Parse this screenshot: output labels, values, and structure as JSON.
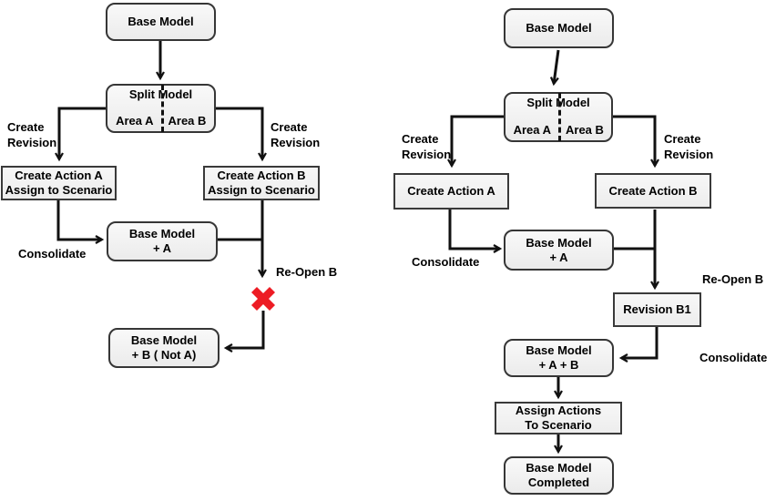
{
  "colors": {
    "box_fill": "#f0f0f0",
    "box_border": "#3a3a3a",
    "connector": "#111111",
    "reject_x": "#ed1c24"
  },
  "left": {
    "base_model": "Base Model",
    "split_model_title": "Split Model",
    "area_a": "Area A",
    "area_b": "Area B",
    "create_action_a": "Create Action A\nAssign to Scenario",
    "create_action_b": "Create Action B\nAssign to Scenario",
    "base_model_plus_a": "Base Model\n+ A",
    "base_model_plus_b_not_a": "Base Model\n+ B ( Not A)",
    "label_create_revision_left": "Create\nRevision",
    "label_create_revision_right": "Create\nRevision",
    "label_consolidate": "Consolidate",
    "label_reopen_b": "Re-Open B"
  },
  "right": {
    "base_model": "Base Model",
    "split_model_title": "Split Model",
    "area_a": "Area A",
    "area_b": "Area B",
    "create_action_a": "Create Action A",
    "create_action_b": "Create Action B",
    "base_model_plus_a": "Base Model\n+ A",
    "revision_b1": "Revision B1",
    "base_model_plus_a_b": "Base Model\n+ A + B",
    "assign_actions": "Assign Actions\nTo Scenario",
    "base_model_completed": "Base Model\nCompleted",
    "label_create_revision_left": "Create\nRevision",
    "label_create_revision_right": "Create\nRevision",
    "label_consolidate": "Consolidate",
    "label_reopen_b": "Re-Open B",
    "label_consolidate_2": "Consolidate"
  }
}
